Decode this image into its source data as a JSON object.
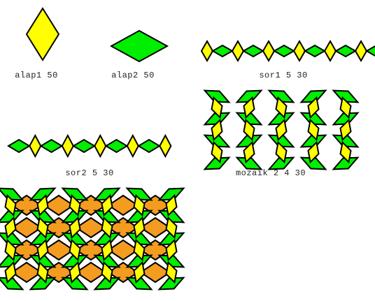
{
  "colors": {
    "yellow": "#ffff00",
    "green": "#00ee00",
    "orange": "#f39c1f",
    "outline": "#000000",
    "background": "#ffffff"
  },
  "panels": [
    {
      "id": "alap1",
      "caption": "alap1 50",
      "shape": "yellow rhombus (vertical)"
    },
    {
      "id": "alap2",
      "caption": "alap2 50",
      "shape": "green rhombus (horizontal)"
    },
    {
      "id": "sor1",
      "caption": "sor1 5 30",
      "shape": "row of alternating green and yellow rhombi"
    },
    {
      "id": "mozaik",
      "caption": "mozaik 2 4 30",
      "shape": "rhombus mosaic"
    },
    {
      "id": "sor2",
      "caption": "sor2 5 30",
      "shape": "row of alternating green and yellow rhombi"
    },
    {
      "id": "mozaik_orange",
      "caption": "",
      "shape": "rhombus mosaic with orange fill"
    }
  ]
}
